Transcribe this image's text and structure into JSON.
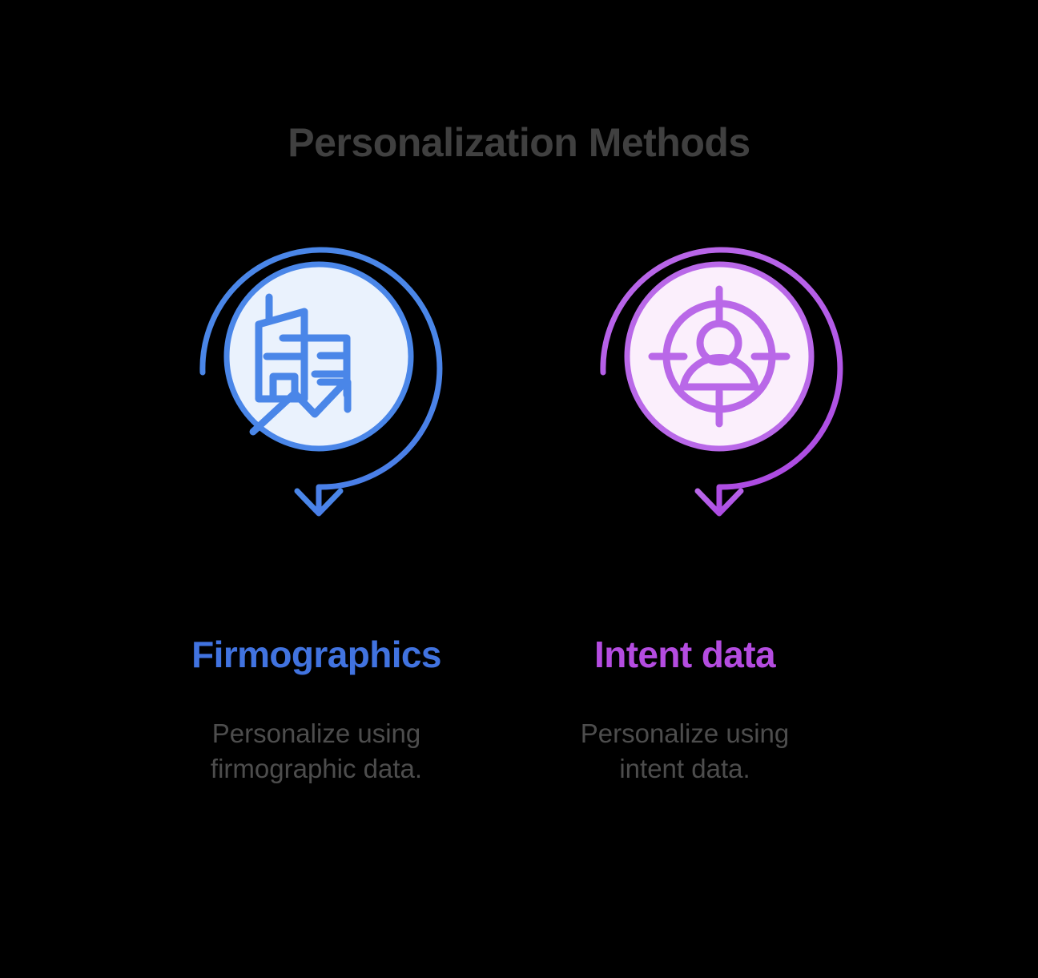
{
  "title": "Personalization Methods",
  "colors": {
    "title_text": "#404040",
    "body_text": "#4d4d4d",
    "blue_accent": "#4173e0",
    "blue_icon": "#4a86e8",
    "blue_circle_fill": "#eaf2fd",
    "purple_accent": "#b44ce0",
    "purple_icon": "#b968e8",
    "purple_circle_fill": "#fbeffc",
    "background": "#000000"
  },
  "items": [
    {
      "heading": "Firmographics",
      "description": "Personalize using\nfirmographic data.",
      "icon": "building-growth-icon",
      "accent": "#4173e0"
    },
    {
      "heading": "Intent data",
      "description": "Personalize using\nintent data.",
      "icon": "target-person-icon",
      "accent": "#b44ce0"
    }
  ]
}
